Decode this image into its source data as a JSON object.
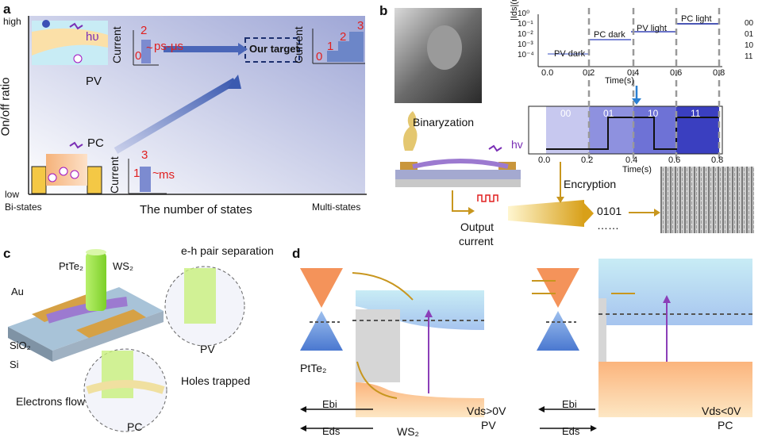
{
  "panels": {
    "a": {
      "letter": "a",
      "y_high": "high",
      "y_low": "low",
      "y_axis": "On/off ratio",
      "x_axis": "The number of states",
      "x_left": "Bi-states",
      "x_right": "Multi-states",
      "pv_label": "PV",
      "pc_label": "PC",
      "target": "Our target",
      "hv": "hυ",
      "current": "Current",
      "pv_time": "ps-μs",
      "pc_time": "ms",
      "state0": "0",
      "state1": "1",
      "state2": "2",
      "state3": "3",
      "tilde": "~"
    },
    "b": {
      "letter": "b",
      "ids_label": "|Ids|(nA)",
      "time_label": "Time(s)",
      "x_ticks": [
        "0.0",
        "0.2",
        "0.4",
        "0.6",
        "0.8"
      ],
      "y_ticks": [
        "10⁰",
        "10⁻¹",
        "10⁻²",
        "10⁻³",
        "10⁻⁴"
      ],
      "segments": [
        "PV dark",
        "PC dark",
        "PV light",
        "PC light"
      ],
      "legend": [
        "00",
        "01",
        "10",
        "11"
      ],
      "binarization": "Binaryzation",
      "hv": "hv",
      "encryption": "Encryption",
      "output": "Output",
      "current": "current",
      "bits": "0101",
      "dots": "……"
    },
    "c": {
      "letter": "c",
      "eh": "e-h pair separation",
      "ptte2": "PtTe₂",
      "ws2": "WS₂",
      "au": "Au",
      "sio2": "SiO₂",
      "si": "Si",
      "pv": "PV",
      "holes": "Holes trapped",
      "electrons": "Electrons flow",
      "pc": "PC"
    },
    "d": {
      "letter": "d",
      "ptte2": "PtTe₂",
      "ws2": "WS₂",
      "ebi": "Ebi",
      "eds": "Eds",
      "vpos": "Vds>0V",
      "vneg": "Vds<0V",
      "pv": "PV",
      "pc": "PC"
    }
  },
  "colors": {
    "accent_red": "#e02020",
    "arrow_gold": "#c8961e",
    "blue_dark": "#2b3fbf",
    "purple": "#7a2fb5"
  }
}
